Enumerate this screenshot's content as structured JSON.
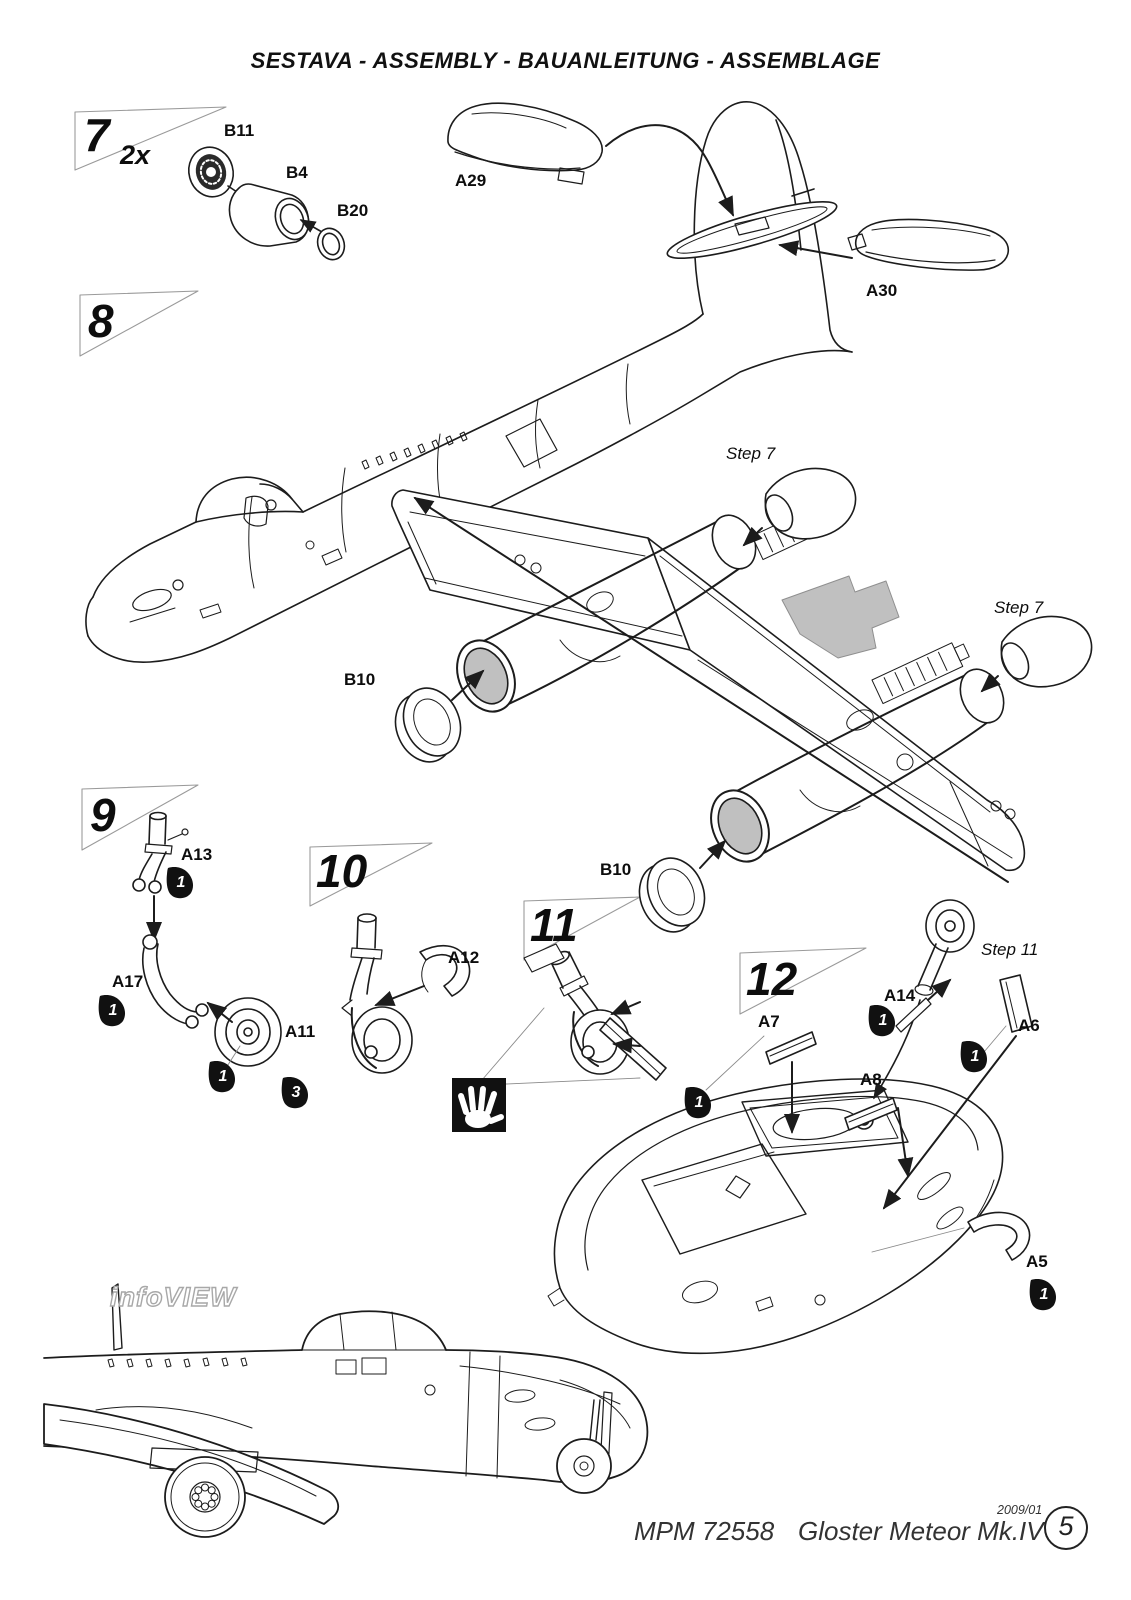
{
  "title": "SESTAVA -  ASSEMBLY - BAUANLEITUNG - ASSEMBLAGE",
  "steps": {
    "s7": {
      "number": "7",
      "quantity": "2x"
    },
    "s8": {
      "number": "8"
    },
    "s9": {
      "number": "9"
    },
    "s10": {
      "number": "10"
    },
    "s11": {
      "number": "11"
    },
    "s12": {
      "number": "12"
    }
  },
  "part_labels": {
    "b11": "B11",
    "b4": "B4",
    "b20": "B20",
    "a29": "A29",
    "a30": "A30",
    "b10_port": "B10",
    "b10_starboard": "B10",
    "a13": "A13",
    "a17": "A17",
    "a11": "A11",
    "a12": "A12",
    "a7": "A7",
    "a14": "A14",
    "a6": "A6",
    "a8": "A8",
    "a5": "A5"
  },
  "callouts": {
    "step7_port": "Step 7",
    "step7_starboard": "Step 7",
    "step11": "Step 11"
  },
  "glue_drops": {
    "a13": "1",
    "a17": "1",
    "a11": "1",
    "a11_extra": "3",
    "a7": "1",
    "a14": "1",
    "a6": "1",
    "a5": "1"
  },
  "icons": {
    "hand": "press-by-hand-icon",
    "glue_drop": "glue-quantity-drop-icon"
  },
  "info_view": {
    "label": "infoVIEW"
  },
  "footer": {
    "kit_number": "MPM 72558",
    "kit_name": "Gloster Meteor Mk.IV",
    "edition": "2009/01",
    "page_number": "5"
  },
  "colors": {
    "line": "#1c1c1c",
    "shade": "#c0c0c0",
    "flag_outline": "#9a9a9a",
    "footer_text": "#333333",
    "outline_text": "#a8a8a8"
  }
}
